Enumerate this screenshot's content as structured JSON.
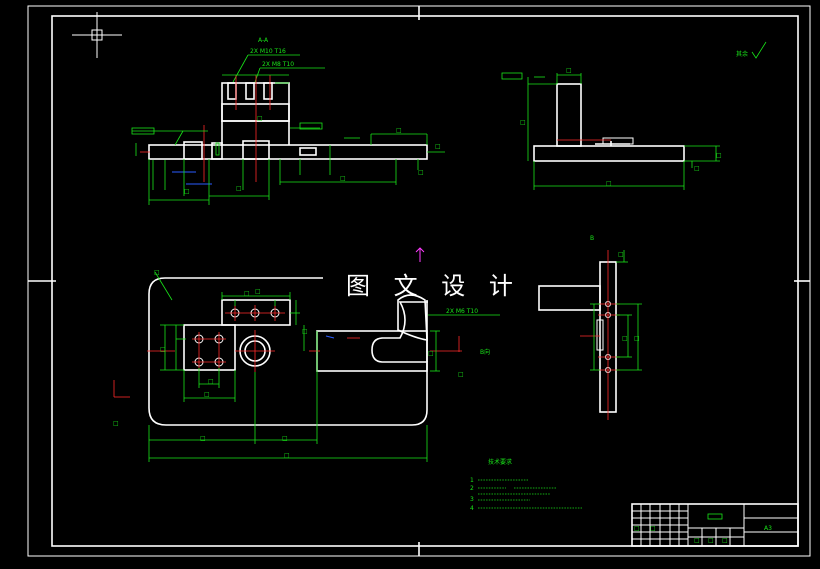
{
  "watermark": "图 文 设 计",
  "section_label": "A-A",
  "view_label": "B",
  "arrow_label": "B向",
  "roughness_note": "其余",
  "tech_requirements": {
    "title": "技术要求",
    "lines": [
      "1",
      "2",
      "3",
      "4"
    ]
  },
  "thread_callouts": [
    "2X M10 T16",
    "2X M8 T10",
    "2X M6 T10"
  ],
  "title_block": {
    "drawing_no": "A3"
  },
  "colors": {
    "background": "#000000",
    "outline": "#ffffff",
    "dimension": "#19e519",
    "centerline": "#ff2a2a",
    "marker": "#ff3cff"
  }
}
